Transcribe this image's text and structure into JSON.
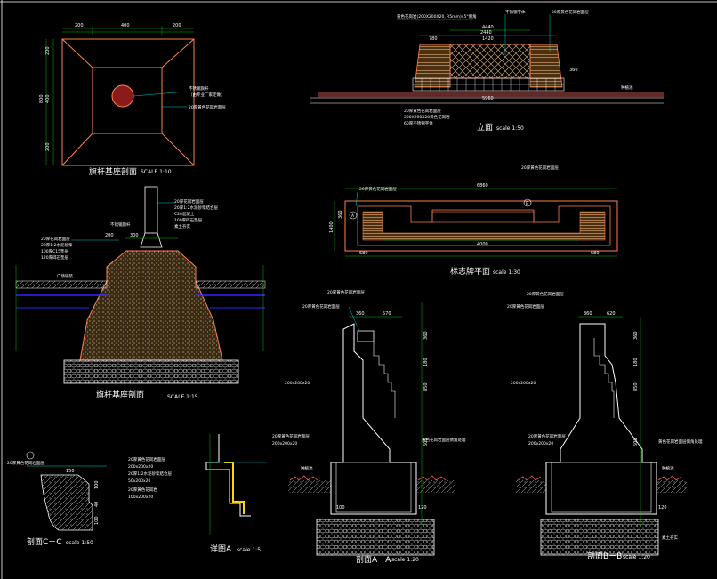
{
  "colors": {
    "background": "#000000",
    "outline": "#ff7f50",
    "dimension": "#00c000",
    "leader": "#00d0d0",
    "text": "#ffffff",
    "concrete": "#b08d57",
    "soil": "#ff6060",
    "water": "#2a2aff",
    "frame": "#ffffff"
  },
  "drawings": {
    "flagpole_base_plan": {
      "title": "旗杆基座剖面",
      "scale": "SCALE 1:10",
      "dims_top": [
        "200",
        "400",
        "200"
      ],
      "dims_left": [
        "200",
        "400",
        "200"
      ],
      "total_left": "800",
      "notes": [
        "不锈钢旗杆",
        "（由专业厂家定做）",
        "20厚黄色花岗岩面层"
      ]
    },
    "flagpole_base_section": {
      "title": "旗杆基座剖面",
      "scale": "SCALE 1:15",
      "notes_right": [
        "20厚花岗岩面层",
        "20厚1:2水泥砂浆结合层",
        "C20混凝土",
        "100厚碎石垫层",
        "素土夯实"
      ],
      "notes_left": [
        "20厚花岗岩面层",
        "20厚1:2水泥砂浆",
        "100厚C15垫层",
        "120厚碎石垫层"
      ],
      "label_pavement": "广场铺装",
      "label_pole": "不锈钢旗杆",
      "dims_top": [
        "200",
        "300"
      ]
    },
    "elevation": {
      "title": "立面",
      "scale": "scale 1:50",
      "top_note": "黄色花岗岩(200X200X20, R5mm)45°倒角",
      "right_notes": [
        "不锈钢字体",
        "20厚黄色花岗岩面层"
      ],
      "dims": [
        "4440",
        "2440",
        "780",
        "1420",
        "360",
        "5960"
      ],
      "bottom_notes": [
        "20厚黄色花岗岩面层",
        "200X200X20黄色花岗岩",
        "60厚不锈钢字体"
      ],
      "side_label": "种植池"
    },
    "sign_wall_plan": {
      "title": "标志牌平面",
      "scale": "scale 1:30",
      "top_notes": [
        "20厚黄色花岗岩面层",
        "20厚黄色花岗岩面层"
      ],
      "dims": [
        "6860",
        "4000",
        "680",
        "680",
        "1400",
        "360"
      ],
      "section_marks": [
        "A",
        "B"
      ]
    },
    "section_aa": {
      "title": "剖面A－A",
      "scale": "scale 1:20",
      "notes": [
        "20厚黄色花岗岩面层",
        "20厚黄色花岗岩面层",
        "200x200x20",
        "20厚黄色花岗岩面层",
        "200x200x20"
      ],
      "right_note": "黄色花岗岩面层倒角处理",
      "ground_label": "种植池",
      "dims_top": [
        "360",
        "570"
      ],
      "dims_right": [
        "360",
        "180",
        "850",
        "500",
        "120",
        "100"
      ]
    },
    "section_bb": {
      "title": "剖面B－B",
      "scale": "scale 1:20",
      "notes": [
        "20厚黄色花岗岩面层",
        "20厚黄色花岗岩面层",
        "200x200x20",
        "20厚黄色花岗岩面层",
        "200x200x20"
      ],
      "right_note": "黄色花岗岩面层倒角处理",
      "ground_label": "种植池",
      "dims_top": [
        "360",
        "620"
      ],
      "dims_right": [
        "360",
        "180",
        "850",
        "500",
        "120"
      ],
      "soil_note": "素土夯实"
    },
    "section_cc": {
      "title": "剖面C－C",
      "scale": "scale 1:50",
      "notes": [
        "20厚黄色花岗岩面层"
      ],
      "dims": [
        "150",
        "100",
        "40",
        "100"
      ]
    },
    "detail_a": {
      "title": "详图A",
      "scale": "scale 1:5",
      "notes": [
        "20厚黄色花岗岩面层",
        "200x200x20",
        "20厚1:2水泥砂浆结合层",
        "50x200x20",
        "20厚黄色花岗岩",
        "100x200x20"
      ]
    }
  }
}
